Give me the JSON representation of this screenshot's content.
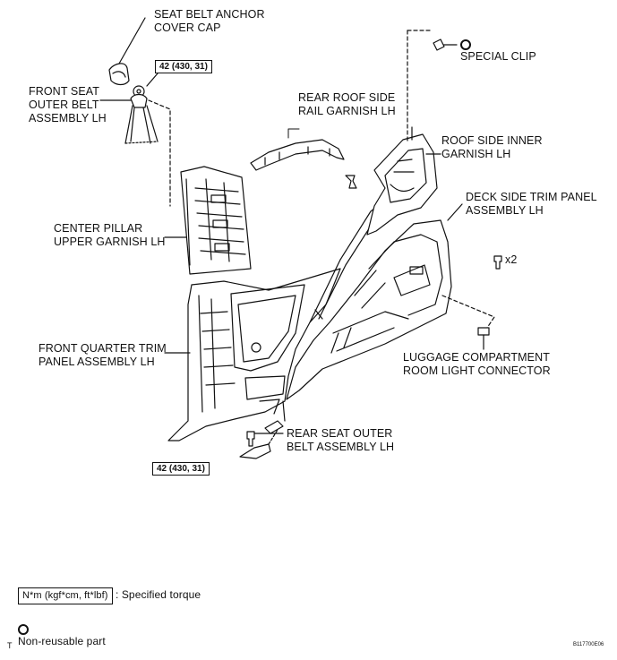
{
  "labels": {
    "seat_belt_anchor_cover_cap": [
      "SEAT BELT ANCHOR",
      "COVER CAP"
    ],
    "front_seat_outer_belt": [
      "FRONT SEAT",
      "OUTER BELT",
      "ASSEMBLY LH"
    ],
    "center_pillar_upper_garnish": [
      "CENTER PILLAR",
      "UPPER GARNISH LH"
    ],
    "front_quarter_trim_panel": [
      "FRONT QUARTER TRIM",
      "PANEL ASSEMBLY LH"
    ],
    "rear_roof_side_rail_garnish": [
      "REAR ROOF SIDE",
      "RAIL GARNISH LH"
    ],
    "special_clip": "SPECIAL CLIP",
    "roof_side_inner_garnish": [
      "ROOF SIDE INNER",
      "GARNISH LH"
    ],
    "deck_side_trim_panel": [
      "DECK SIDE TRIM PANEL",
      "ASSEMBLY LH"
    ],
    "luggage_room_light_connector": [
      "LUGGAGE COMPARTMENT",
      "ROOM LIGHT CONNECTOR"
    ],
    "rear_seat_outer_belt": [
      "REAR SEAT OUTER",
      "BELT ASSEMBLY LH"
    ],
    "quantity_x2": "x2"
  },
  "torque": {
    "top": "42 (430, 31)",
    "bottom": "42 (430, 31)"
  },
  "legend": {
    "torque_box": "N*m (kgf*cm, ft*lbf)",
    "torque_text": ": Specified torque",
    "non_reusable": "Non-reusable part"
  },
  "corner_mark": "T",
  "figure_code": "B117700E06"
}
